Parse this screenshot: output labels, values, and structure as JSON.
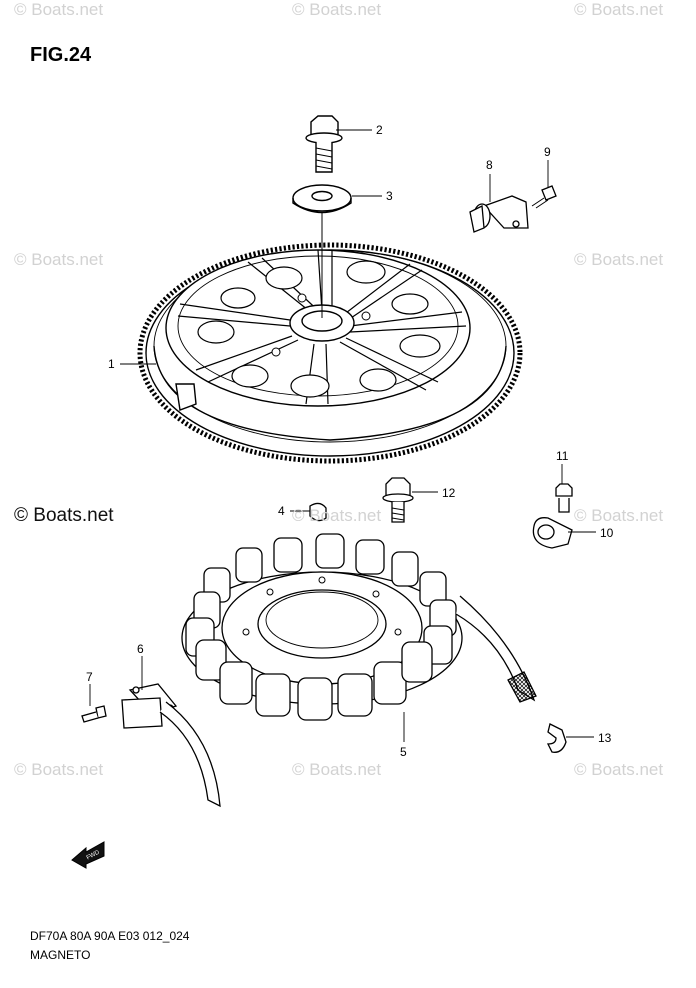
{
  "figure": {
    "title": "FIG.24",
    "code": "DF70A 80A 90A E03 012_024",
    "name": "MAGNETO"
  },
  "watermark": {
    "text": "© Boats.net",
    "feature_text": "© Boats.net"
  },
  "callouts": [
    "1",
    "2",
    "3",
    "4",
    "5",
    "6",
    "7",
    "8",
    "9",
    "10",
    "11",
    "12",
    "13"
  ],
  "fwd_label": "FWD"
}
